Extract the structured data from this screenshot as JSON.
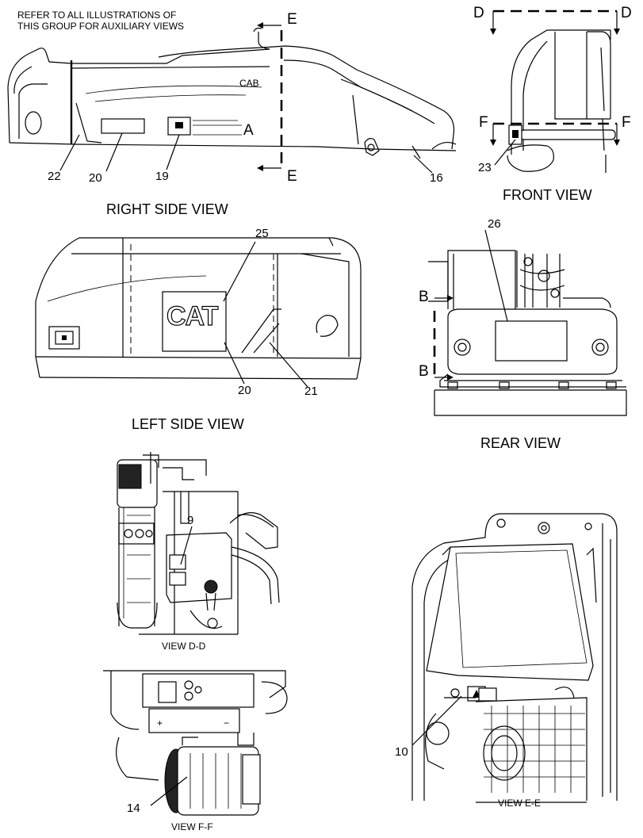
{
  "note": {
    "line1": "REFER TO ALL ILLUSTRATIONS OF",
    "line2": "THIS GROUP FOR AUXILIARY VIEWS"
  },
  "views": {
    "right_side": "RIGHT SIDE VIEW",
    "front": "FRONT VIEW",
    "left_side": "LEFT SIDE VIEW",
    "rear": "REAR VIEW",
    "d_d": "VIEW  D-D",
    "e_e": "VIEW  E-E",
    "f_f": "VIEW  F-F"
  },
  "labels": {
    "cab": "CAB",
    "cat_logo": "CAT"
  },
  "section_letters": {
    "e_top": "E",
    "e_bottom": "E",
    "a": "A",
    "d_left": "D",
    "d_right": "D",
    "f_left": "F",
    "f_right": "F",
    "b_top": "B",
    "b_bottom": "B"
  },
  "callouts": {
    "c22": "22",
    "c20_right": "20",
    "c19": "19",
    "c16": "16",
    "c23": "23",
    "c25": "25",
    "c26": "26",
    "c20_left": "20",
    "c21": "21",
    "c9": "9",
    "c10": "10",
    "c14": "14"
  }
}
